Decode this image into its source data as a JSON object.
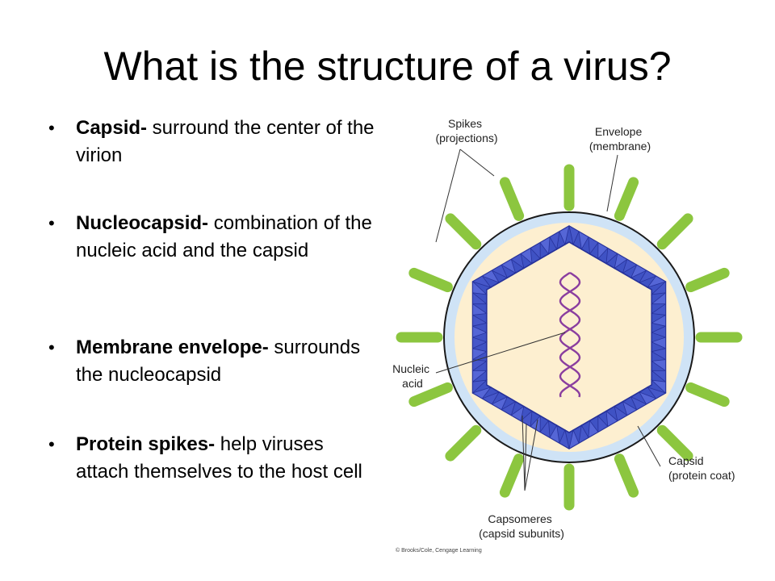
{
  "title": "What is the structure of a virus?",
  "bullets": [
    {
      "term": "Capsid-",
      "text": " surround the center of the virion"
    },
    {
      "term": "Nucleocapsid-",
      "text": " combination of the nucleic acid and the capsid"
    },
    {
      "term": "Membrane envelope-",
      "text": " surrounds the nucleocapsid"
    },
    {
      "term": "Protein spikes-",
      "text": " help viruses attach themselves to the host cell"
    }
  ],
  "diagram": {
    "labels": {
      "spikes": [
        "Spikes",
        "(projections)"
      ],
      "envelope": [
        "Envelope",
        "(membrane)"
      ],
      "nucleic_acid": [
        "Nucleic",
        "acid"
      ],
      "capsid": [
        "Capsid",
        "(protein coat)"
      ],
      "capsomeres": [
        "Capsomeres",
        "(capsid subunits)"
      ]
    },
    "credit": "© Brooks/Cole, Cengage Learning",
    "colors": {
      "envelope": "#cfe3f6",
      "envelope_outline": "#1a1a1a",
      "interior": "#fdefd0",
      "capsid": "#3f52c4",
      "capsid_dark": "#27329a",
      "spike": "#8cc63f",
      "nucleic_acid": "#8a3d9f"
    }
  }
}
